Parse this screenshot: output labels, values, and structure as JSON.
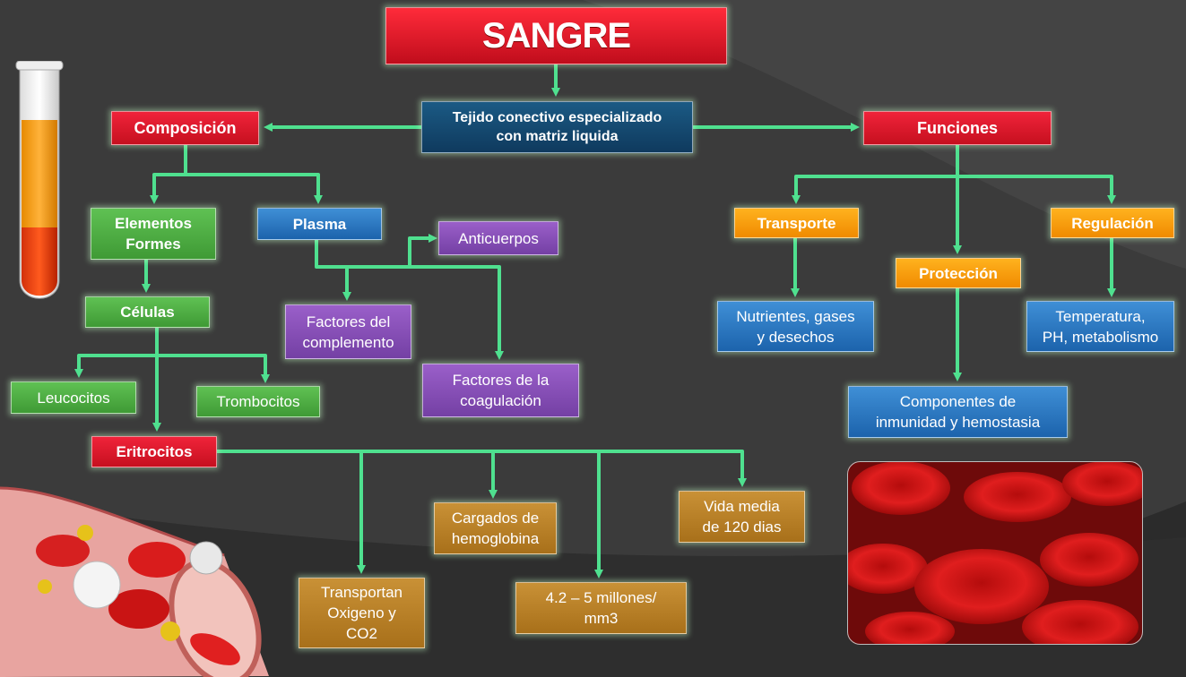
{
  "title": "SANGRE",
  "nodes": {
    "tejido": [
      "Tejido conectivo especializado",
      "con matriz liquida"
    ],
    "composicion": "Composición",
    "funciones": "Funciones",
    "elementos_formes": [
      "Elementos",
      "Formes"
    ],
    "plasma": "Plasma",
    "anticuerpos": "Anticuerpos",
    "celulas": "Células",
    "factores_complemento": [
      "Factores del",
      "complemento"
    ],
    "factores_coagulacion": [
      "Factores de la",
      "coagulación"
    ],
    "leucocitos": "Leucocitos",
    "trombocitos": "Trombocitos",
    "eritrocitos": "Eritrocitos",
    "cargados": [
      "Cargados de",
      "hemoglobina"
    ],
    "vida_media": [
      "Vida media",
      "de 120 dias"
    ],
    "transportan": [
      "Transportan",
      "Oxigeno y",
      "CO2"
    ],
    "millones": [
      "4.2 – 5 millones/",
      "mm3"
    ],
    "transporte": "Transporte",
    "proteccion": "Protección",
    "regulacion": "Regulación",
    "nutrientes": [
      "Nutrientes, gases",
      "y desechos"
    ],
    "temperatura": [
      "Temperatura,",
      "PH, metabolismo"
    ],
    "componentes": [
      "Componentes de",
      "inmunidad y hemostasia"
    ]
  },
  "colors": {
    "connector": "#4fe08f",
    "red": "#e8192c",
    "green": "#4fb045",
    "blue": "#2a78c4",
    "purple": "#8550b7",
    "orange": "#f59b0a",
    "brown": "#b88026",
    "navy": "#154a73",
    "background": "#3a3a3a"
  },
  "images": [
    "test-tube-illustration",
    "blood-vessel-illustration",
    "red-blood-cells-photo"
  ]
}
